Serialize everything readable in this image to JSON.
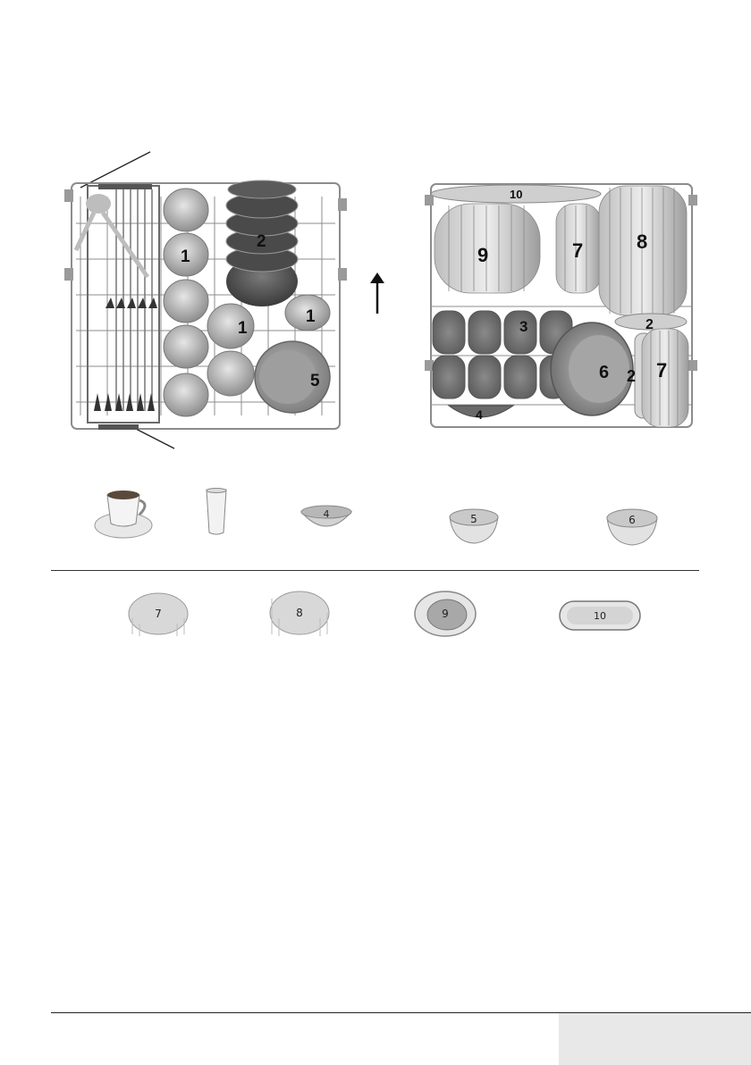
{
  "lower_basket": {
    "labels": {
      "cup_a": "1",
      "cup_b": "1",
      "cup_c": "1",
      "plates": "2",
      "bowl": "5"
    }
  },
  "upper_basket": {
    "labels": {
      "platter": "10",
      "dinner_plates": "9",
      "plates_mid": "7",
      "plates_right": "8",
      "glasses": "3",
      "small_bowl": "4",
      "saucer_top": "2",
      "large_bowl": "6",
      "saucer_side": "2",
      "plates_small": "7"
    }
  },
  "legend": {
    "row1": [
      "4",
      "5",
      "6"
    ],
    "row2": [
      "7",
      "8",
      "9",
      "10"
    ]
  },
  "icons": [
    "cup-saucer-icon",
    "glass-icon",
    "bowl-icon",
    "plate-icon",
    "platter-icon",
    "arrow-up-icon"
  ],
  "colors": {
    "rack": "#8c8c8c",
    "dish": "#cfcfcf",
    "dish_dark": "#5a5a5a",
    "ink": "#111111",
    "footer_tab": "#e8e8e8"
  }
}
